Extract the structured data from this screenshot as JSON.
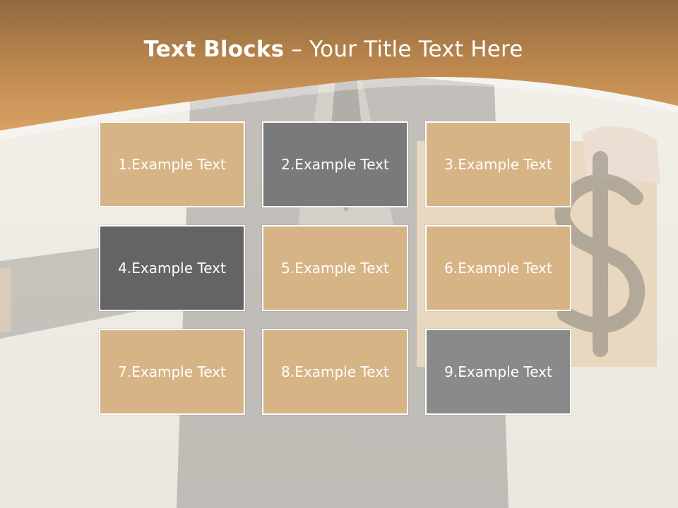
{
  "slide": {
    "title_bold": "Text Blocks",
    "title_rest": " – Your Title Text Here"
  },
  "icons": {
    "background": "businessman-holding-dollar-sign-image"
  },
  "colors": {
    "header_band": "#b98247",
    "tan_block": "#d7b486",
    "dark_block": "#646464",
    "mid_block": "#7a7a7a",
    "grey_block": "#8a8a8a"
  },
  "blocks": [
    {
      "label": "1.Example Text"
    },
    {
      "label": "2.Example Text"
    },
    {
      "label": "3.Example Text"
    },
    {
      "label": "4.Example Text"
    },
    {
      "label": "5.Example Text"
    },
    {
      "label": "6.Example Text"
    },
    {
      "label": "7.Example Text"
    },
    {
      "label": "8.Example Text"
    },
    {
      "label": "9.Example Text"
    }
  ]
}
